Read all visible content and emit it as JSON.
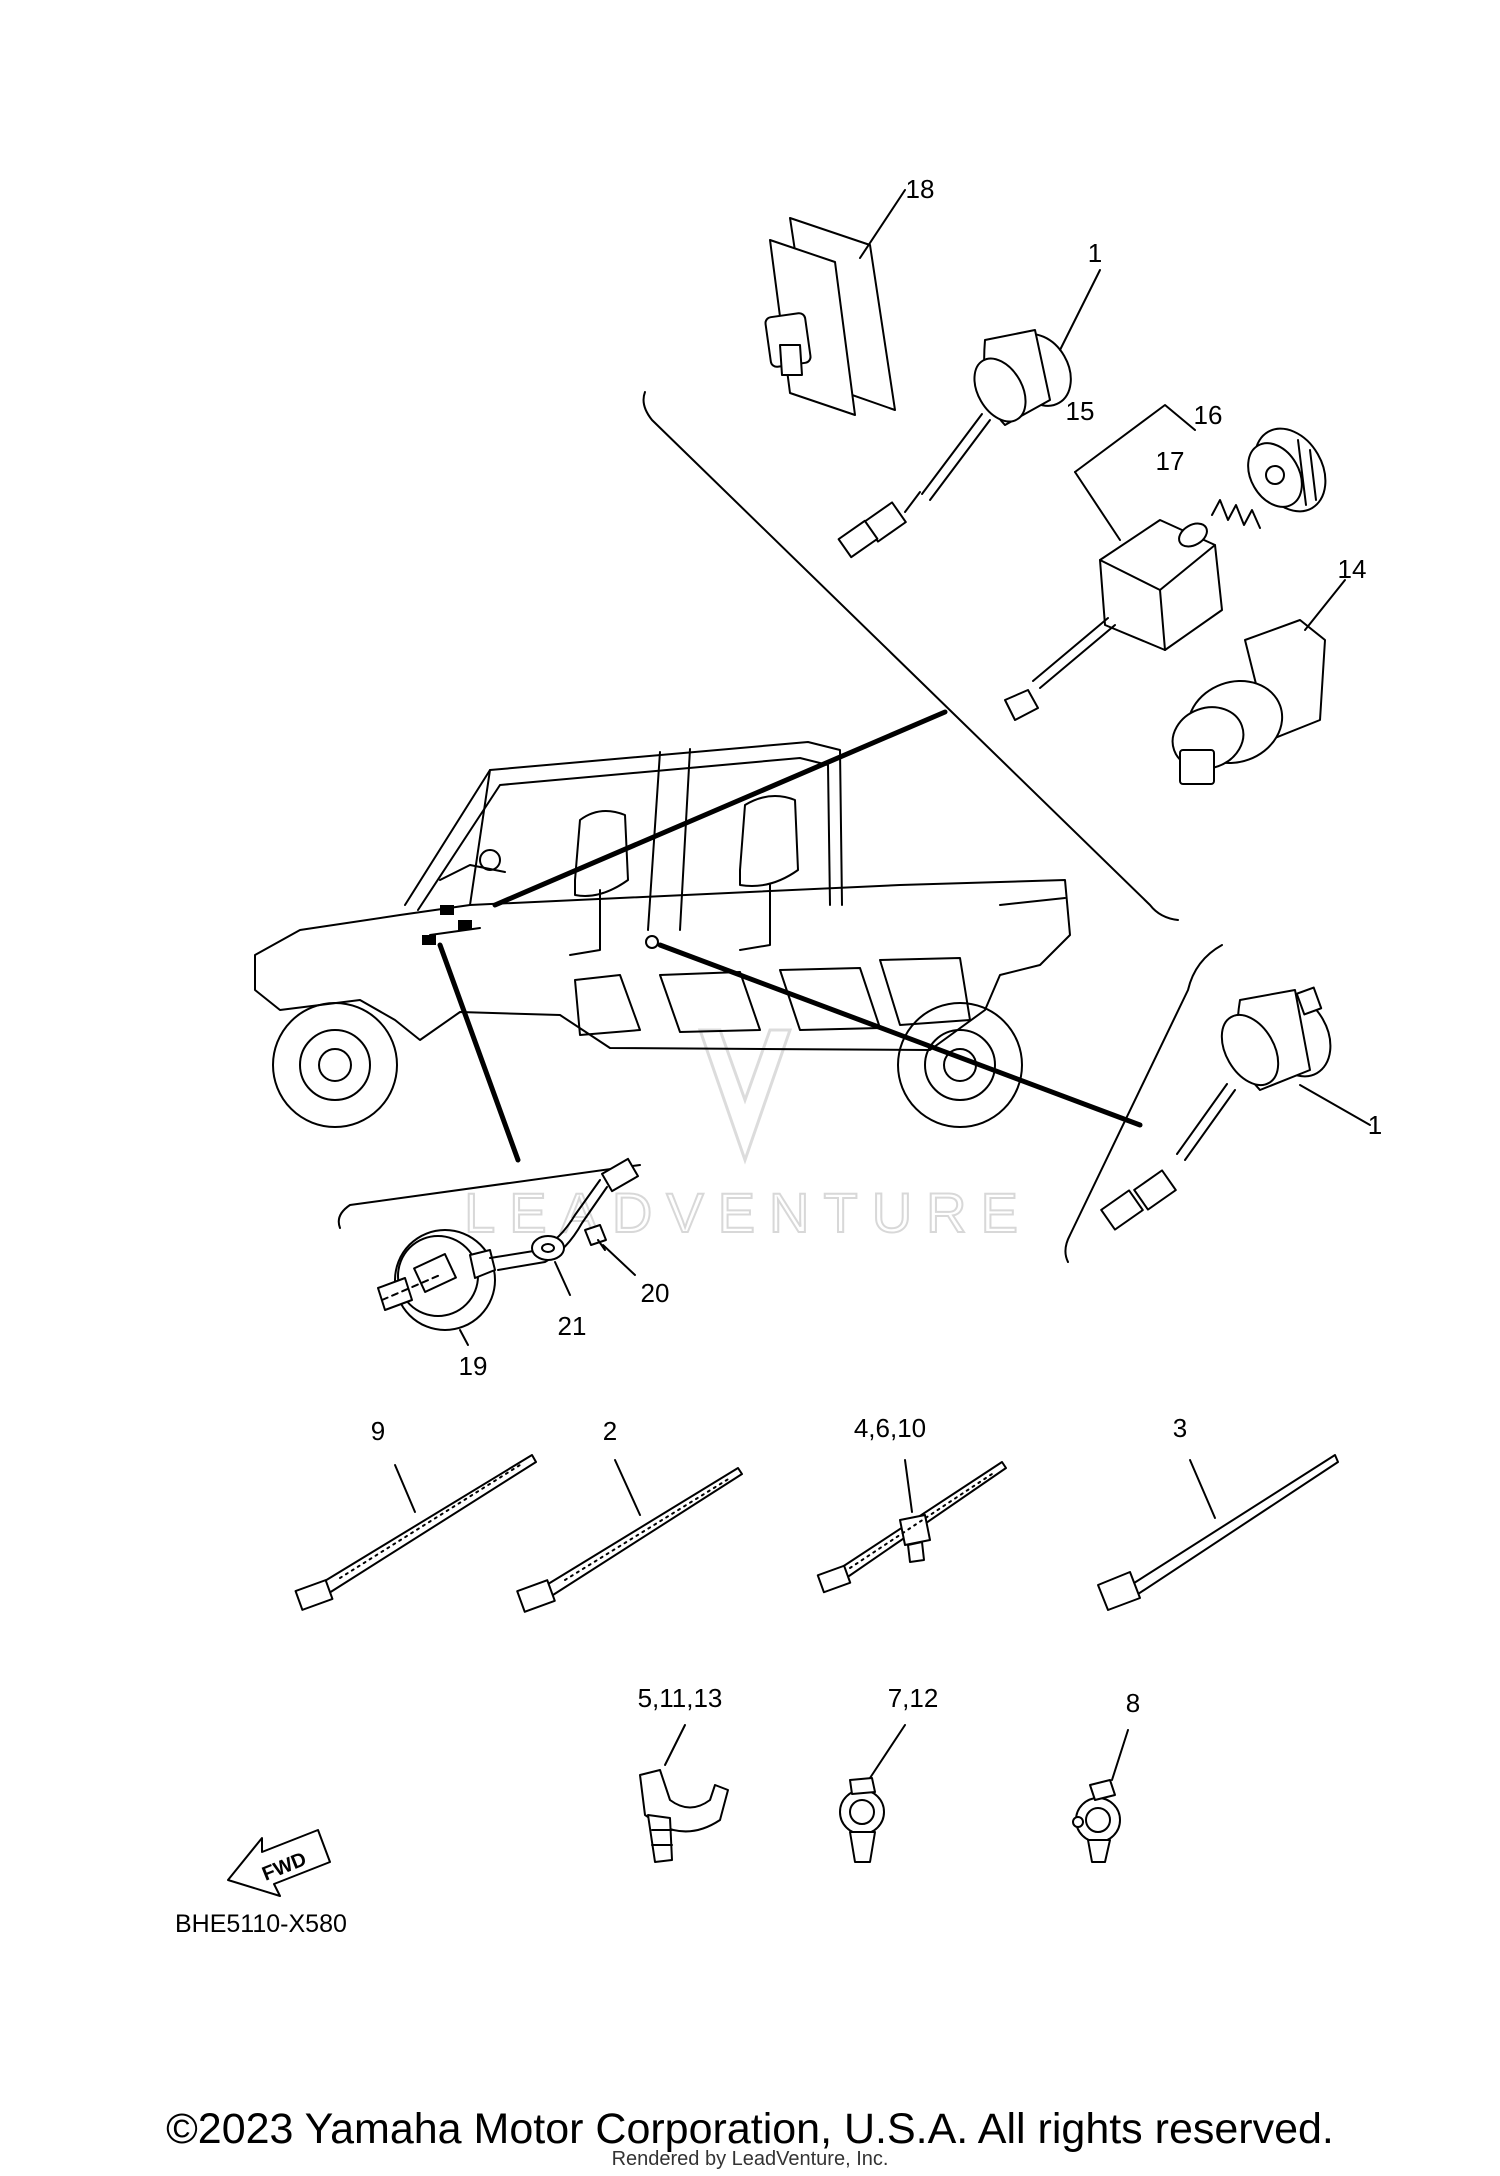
{
  "diagram": {
    "callouts": {
      "p1_top": "1",
      "p1_right": "1",
      "p2": "2",
      "p3": "3",
      "p4_6_10": "4,6,10",
      "p5_11_13": "5,11,13",
      "p7_12": "7,12",
      "p8": "8",
      "p9": "9",
      "p14": "14",
      "p15": "15",
      "p16": "16",
      "p17": "17",
      "p18": "18",
      "p19": "19",
      "p20": "20",
      "p21": "21"
    },
    "fwd_label": "FWD",
    "diagram_code": "BHE5110-X580",
    "watermark": "LEADVENTURE"
  },
  "footer": {
    "copyright": "©2023 Yamaha Motor Corporation, U.S.A. All rights reserved.",
    "rendered_by": "Rendered by LeadVenture, Inc."
  }
}
